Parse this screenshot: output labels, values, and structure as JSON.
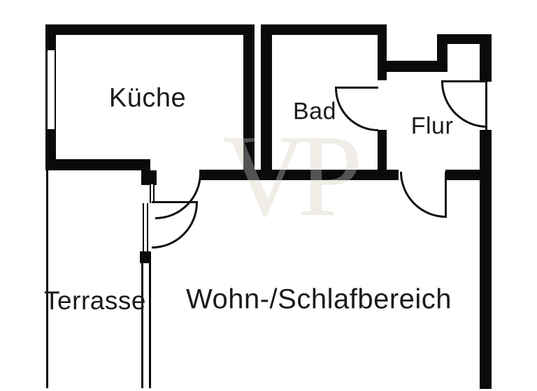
{
  "title": "floor-plan",
  "watermark": {
    "text": "VP"
  },
  "rooms": {
    "kueche": {
      "label": "Küche"
    },
    "bad": {
      "label": "Bad"
    },
    "flur": {
      "label": "Flur"
    },
    "terrasse": {
      "label": "Terrasse"
    },
    "wohn": {
      "label": "Wohn-/Schlafbereich"
    }
  },
  "colors": {
    "wall": "#0a0a0a",
    "background": "#ffffff",
    "text": "#1b1b1b",
    "watermark_light": "#c6bca0"
  }
}
